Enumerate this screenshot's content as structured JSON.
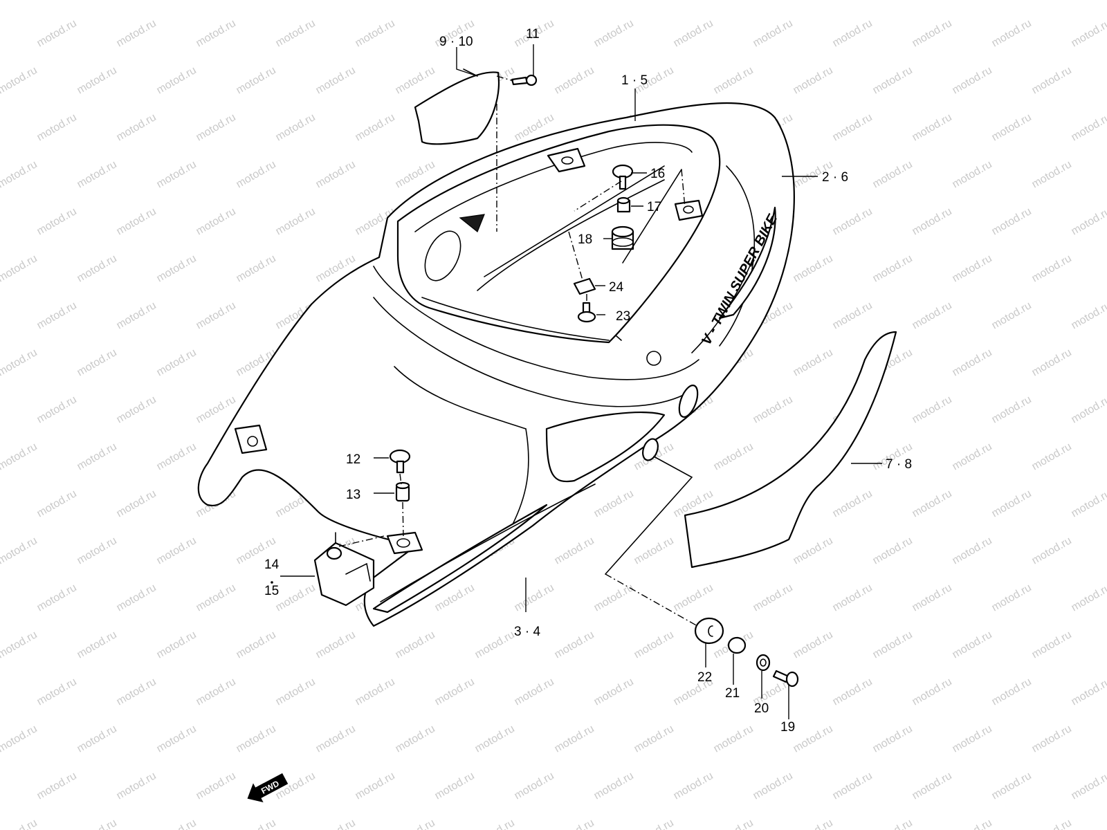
{
  "watermark": "motod.ru",
  "decal_text": "V - TWIN SUPER BIKE",
  "fwd_label": "FWD",
  "labels": {
    "l_9_10": "9 · 10",
    "l_11": "11",
    "l_1_5": "1 · 5",
    "l_16": "16",
    "l_2_6": "2 · 6",
    "l_17": "17",
    "l_18": "18",
    "l_24": "24",
    "l_23": "23",
    "l_7_8": "7 · 8",
    "l_12": "12",
    "l_13": "13",
    "l_14": "14",
    "l_15": "15",
    "l_3_4": "3 · 4",
    "l_22": "22",
    "l_21": "21",
    "l_20": "20",
    "l_19": "19"
  }
}
